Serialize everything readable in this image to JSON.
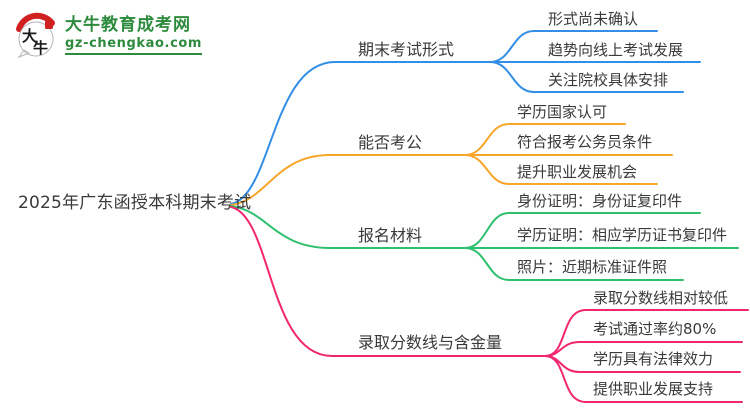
{
  "logo": {
    "title": "大牛教育成考网",
    "domain": "gz-chengkao.com",
    "brand_color": "#2e8b3d",
    "seal_color": "#d0201f",
    "bubble_text_1": "大",
    "bubble_text_2": "牛"
  },
  "mindmap": {
    "text_color": "#3a3a3a",
    "root": {
      "label": "2025年广东函授本科期末考试"
    },
    "branches": [
      {
        "label": "期末考试形式",
        "color": "#338ee5",
        "children": [
          "形式尚未确认",
          "趋势向线上考试发展",
          "关注院校具体安排"
        ]
      },
      {
        "label": "能否考公",
        "color": "#f7a62a",
        "children": [
          "学历国家认可",
          "符合报考公务员条件",
          "提升职业发展机会"
        ]
      },
      {
        "label": "报名材料",
        "color": "#2ec06e",
        "children": [
          "身份证明：身份证复印件",
          "学历证明：相应学历证书复印件",
          "照片：近期标准证件照"
        ]
      },
      {
        "label": "录取分数线与含金量",
        "color": "#f2266f",
        "children": [
          "录取分数线相对较低",
          "考试通过率约80%",
          "学历具有法律效力",
          "提供职业发展支持"
        ]
      }
    ]
  }
}
